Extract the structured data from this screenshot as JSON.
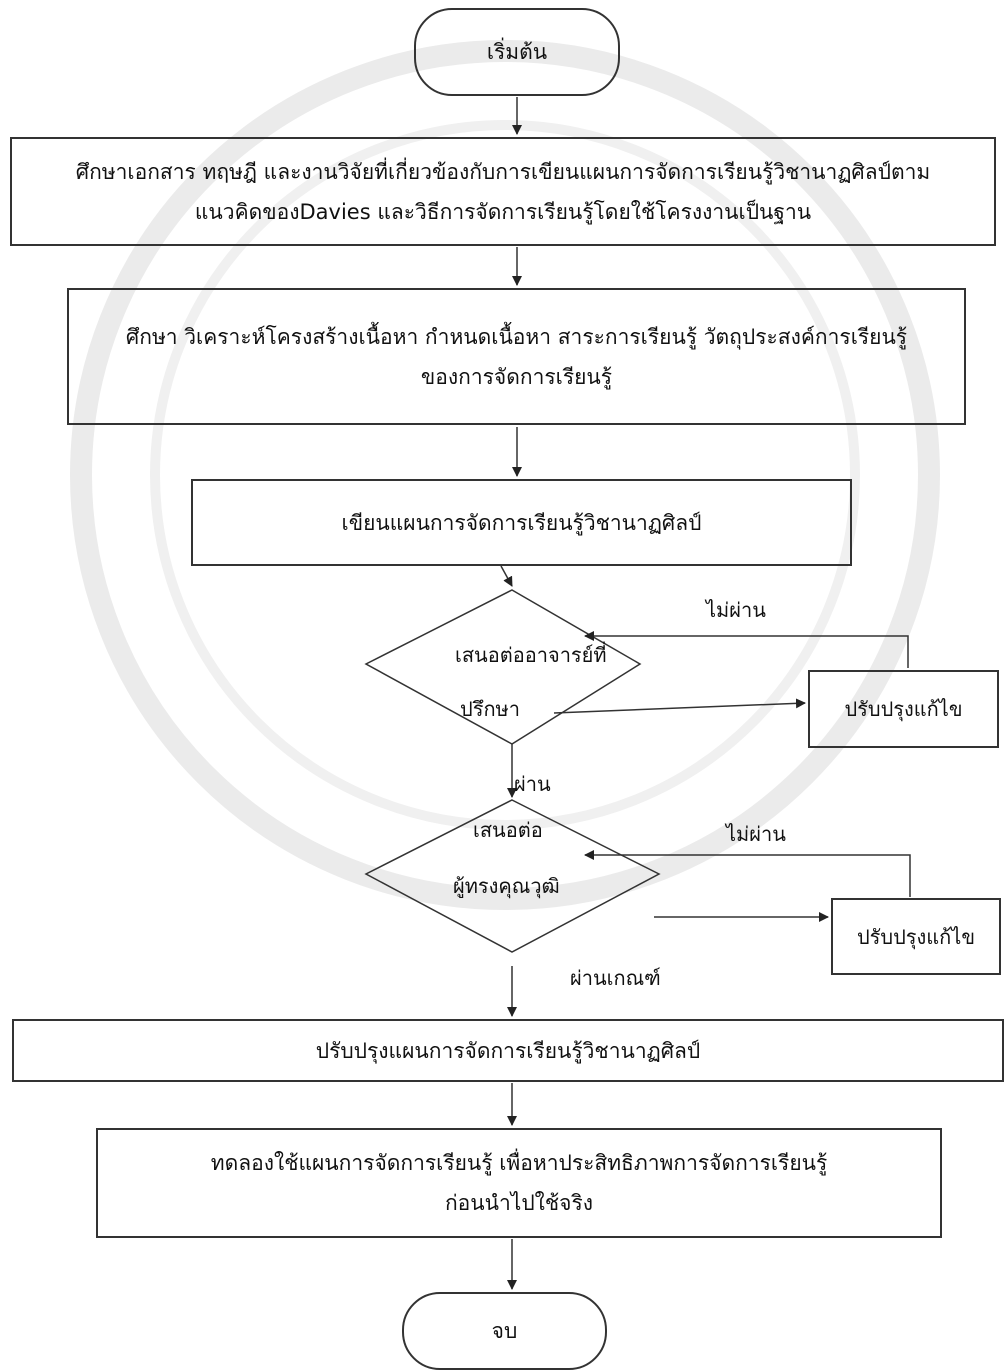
{
  "flowchart": {
    "start": "เริ่มต้น",
    "step1": {
      "line1": "ศึกษาเอกสาร ทฤษฎี และงานวิจัยที่เกี่ยวข้องกับการเขียนแผนการจัดการเรียนรู้วิชานาฏศิลป์ตาม",
      "line2": "แนวคิดของDavies และวิธีการจัดการเรียนรู้โดยใช้โครงงานเป็นฐาน"
    },
    "step2": {
      "line1": "ศึกษา วิเคราะห์โครงสร้างเนื้อหา กำหนดเนื้อหา สาระการเรียนรู้ วัตถุประสงค์การเรียนรู้",
      "line2": "ของการจัดการเรียนรู้"
    },
    "step3": "เขียนแผนการจัดการเรียนรู้วิชานาฏศิลป์",
    "decision1": {
      "line1": "เสนอต่ออาจารย์ที่",
      "line2": "ปรึกษา"
    },
    "decision1_fail": "ไม่ผ่าน",
    "decision1_pass": "ผ่าน",
    "revise1": "ปรับปรุงแก้ไข",
    "decision2": {
      "line1": "เสนอต่อ",
      "line2": "ผู้ทรงคุณวุฒิ"
    },
    "decision2_fail": "ไม่ผ่าน",
    "decision2_pass": "ผ่านเกณฑ์",
    "revise2": "ปรับปรุงแก้ไข",
    "step4": "ปรับปรุงแผนการจัดการเรียนรู้วิชานาฏศิลป์",
    "step5": {
      "line1": "ทดลองใช้แผนการจัดการเรียนรู้ เพื่อหาประสิทธิภาพการจัดการเรียนรู้",
      "line2": "ก่อนนำไปใช้จริง"
    },
    "end": "จบ"
  }
}
